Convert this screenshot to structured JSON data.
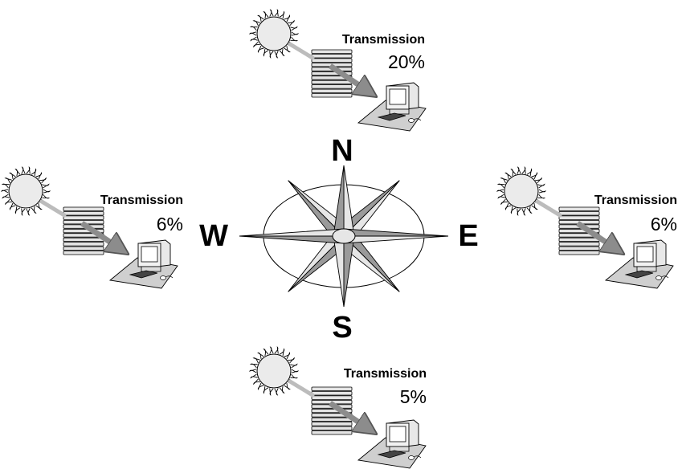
{
  "compass": {
    "north": "N",
    "east": "E",
    "south": "S",
    "west": "W"
  },
  "panels": [
    {
      "id": "north",
      "title": "Transmission",
      "value": "20%"
    },
    {
      "id": "west",
      "title": "Transmission",
      "value": "6%"
    },
    {
      "id": "east",
      "title": "Transmission",
      "value": "6%"
    },
    {
      "id": "south",
      "title": "Transmission",
      "value": "5%"
    }
  ],
  "colors": {
    "sun_fill": "#ebebeb",
    "blind_fill": "#e4e4e4",
    "arrow_fill": "#8c8c8c",
    "desk_fill": "#cfcfcf",
    "compass_light": "#e6e6e6",
    "compass_dark": "#9a9a9a"
  }
}
